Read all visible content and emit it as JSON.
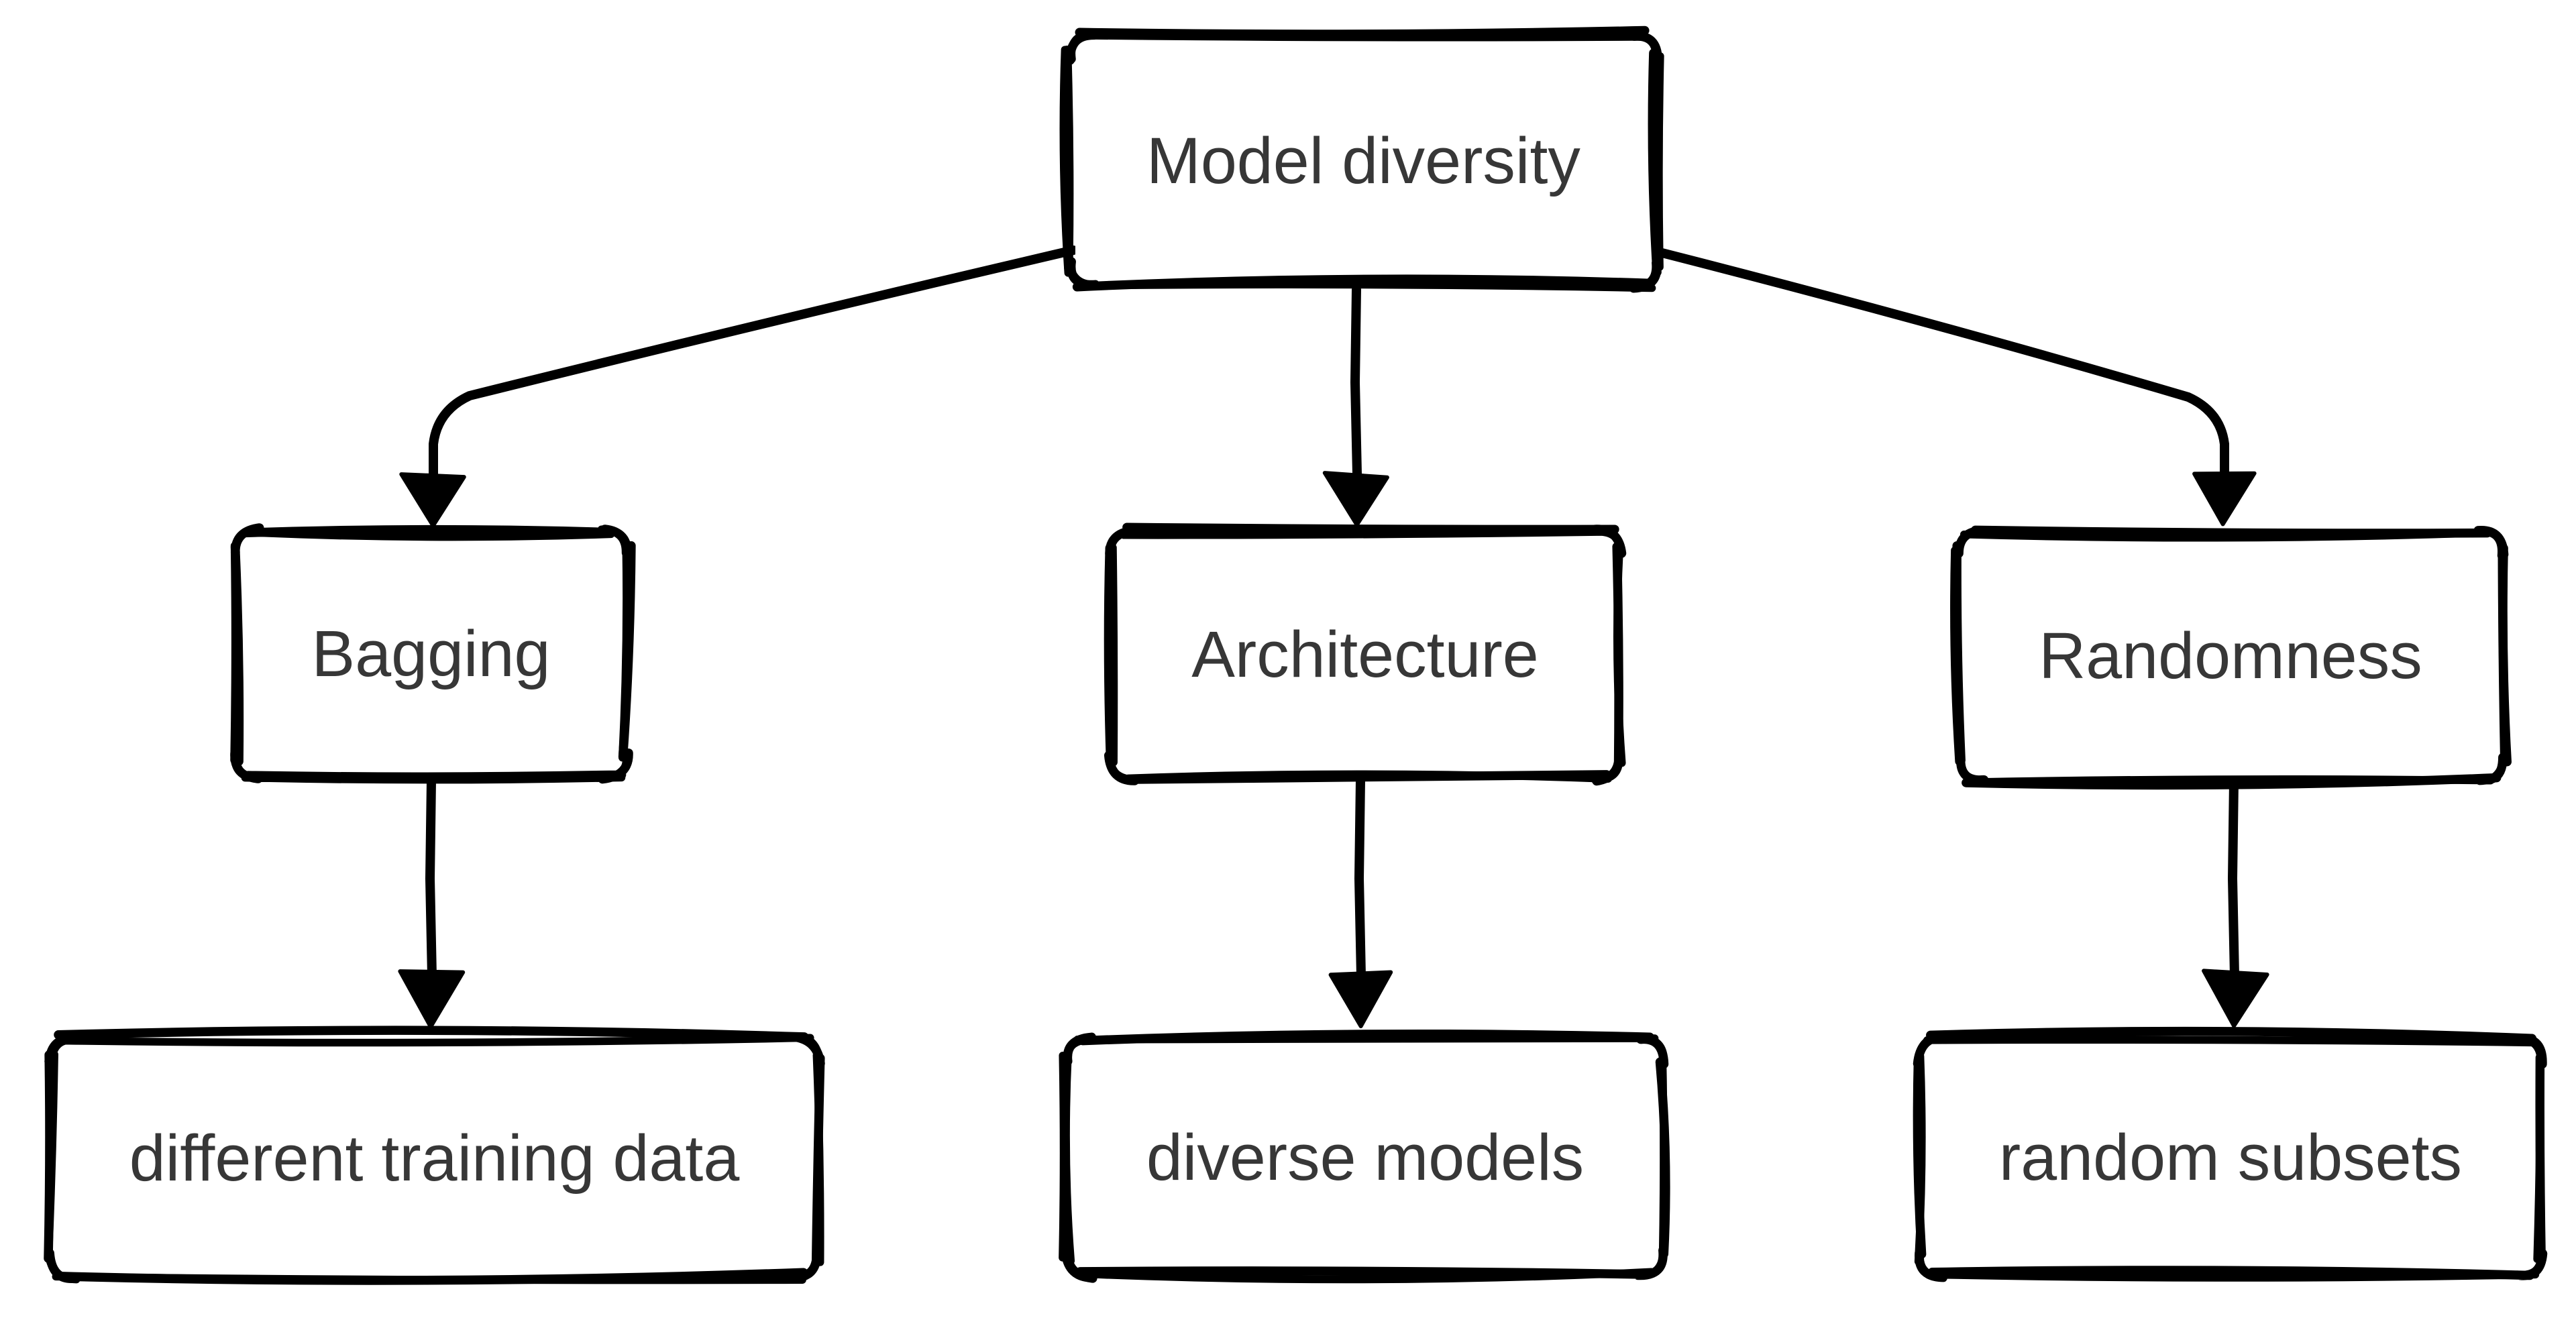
{
  "diagram": {
    "type": "flowchart",
    "style": "hand-drawn-sketch",
    "colors": {
      "stroke": "#000000",
      "text": "#373737",
      "node_fill": "#ffffff",
      "background": "#ffffff"
    },
    "nodes": [
      {
        "id": "model-diversity",
        "label": "Model diversity",
        "level": 0
      },
      {
        "id": "bagging",
        "label": "Bagging",
        "level": 1
      },
      {
        "id": "architecture",
        "label": "Architecture",
        "level": 1
      },
      {
        "id": "randomness",
        "label": "Randomness",
        "level": 1
      },
      {
        "id": "different-training-data",
        "label": "different training data",
        "level": 2
      },
      {
        "id": "diverse-models",
        "label": "diverse models",
        "level": 2
      },
      {
        "id": "random-subsets",
        "label": "random subsets",
        "level": 2
      }
    ],
    "edges": [
      {
        "from": "Model diversity",
        "to": "Bagging"
      },
      {
        "from": "Model diversity",
        "to": "Architecture"
      },
      {
        "from": "Model diversity",
        "to": "Randomness"
      },
      {
        "from": "Bagging",
        "to": "different training data"
      },
      {
        "from": "Architecture",
        "to": "diverse models"
      },
      {
        "from": "Randomness",
        "to": "random subsets"
      }
    ]
  }
}
